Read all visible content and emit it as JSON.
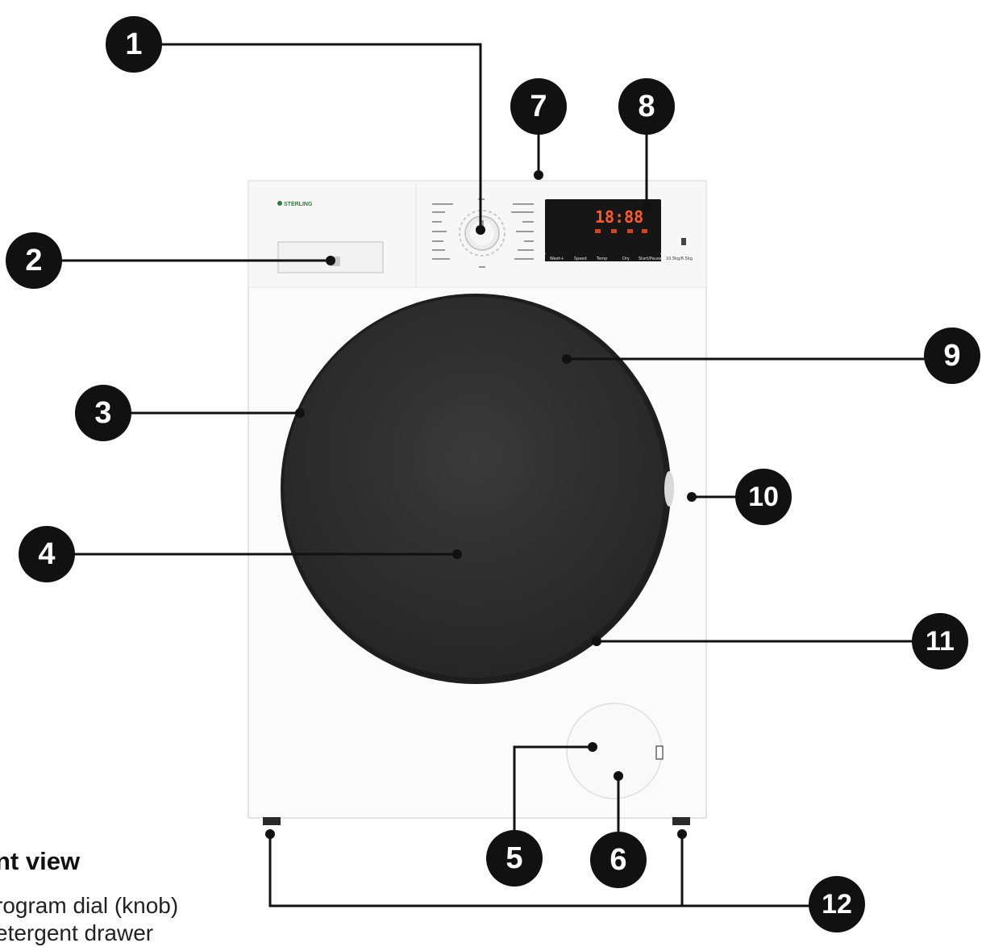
{
  "brand_label": "STERLING",
  "display": {
    "readout": "18:88",
    "buttons": [
      "Wash+",
      "Speed",
      "Temp",
      "Dry",
      "Start/Pause"
    ],
    "capacity": "10.5kg/6.5kg"
  },
  "markers": [
    "1",
    "2",
    "3",
    "4",
    "5",
    "6",
    "7",
    "8",
    "9",
    "10",
    "11",
    "12"
  ],
  "legend": {
    "title": "nt view",
    "items": [
      "rogram dial (knob)",
      "etergent drawer"
    ]
  }
}
